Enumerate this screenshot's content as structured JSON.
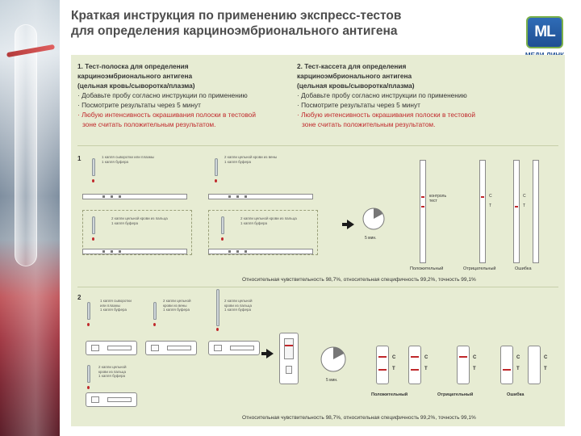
{
  "header": {
    "title_line1": "Краткая инструкция по применению экспресс-тестов",
    "title_line2": "для определения карциноэмбрионального антигена",
    "logo_mark": "ML",
    "logo_name": "МЕДИ-ЛИНК",
    "brand_color": "#1f4f93",
    "accent_color": "#7bb04a"
  },
  "left_col": {
    "h1": "1. Тест-полоска для  определения",
    "h2": "карциноэмбрионального антигена",
    "h3": "(цельная кровь/сыворотка/плазма)",
    "b1": "· Добавьте пробу согласно инструкции по применению",
    "b2": "· Посмотрите результаты через 5 минут",
    "b3": "· Любую интенсивность окрашивания полоски в тестовой",
    "b4": "  зоне считать положительным результатом."
  },
  "right_col": {
    "h1": "2. Тест-кассета для определения",
    "h2": "карциноэмбрионального антигена",
    "h3": "(цельная кровь/сыворотка/плазма)",
    "b1": "· Добавьте пробу согласно инструкции по применению",
    "b2": "· Посмотрите результаты через 5 минут",
    "b3": "· Любую интенсивность окрашивания полоски в тестовой",
    "b4": "  зоне считать положительным результатом."
  },
  "section1": {
    "num": "1",
    "step_a": "1 капля сыворотки или плазмы\n1 капля буфера",
    "step_b": "2 капли цельной крови из вены\n1 капля буфера",
    "step_c": "2 капли цельной крови из пальца\n1 капля буфера",
    "step_d": "2 капли цельной крови из пальца\n1 капля буфера",
    "timer": "5 мин.",
    "zone_label": "контроль\nтест",
    "c_label": "C",
    "t_label": "T",
    "results": [
      "Положительный",
      "Отрицательный",
      "Ошибка"
    ],
    "stats": "Относительная чувствительность  98,7%,   относительная специфичность  99,2%,      точность  99,1%"
  },
  "section2": {
    "num": "2",
    "step_a": "1 капля сыворотки\nили плазмы\n1 капля буфера",
    "step_b": "2 капли цельной\nкрови из вены\n1 капля буфера",
    "step_c": "2 капли цельной\nкрови из пальца\n1 капля буфера",
    "step_d": "2 капли цельной\nкрови из пальца\n1 капля буфера",
    "timer": "5 мин.",
    "c_label": "C",
    "t_label": "T",
    "results": [
      "Положительный",
      "Отрицательный",
      "Ошибка"
    ],
    "stats": "Относительная чувствительность  98,7%,   относительная специфичность  99,2%,      точность  99,1%"
  },
  "colors": {
    "panel_bg": "#e7ecd3",
    "highlight_red": "#c0282b"
  }
}
